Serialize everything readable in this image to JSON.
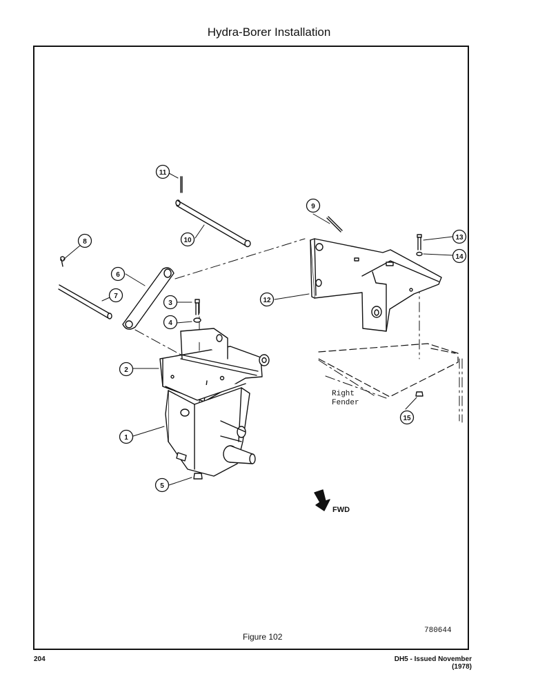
{
  "page": {
    "title": "Hydra-Borer Installation",
    "figure_caption": "Figure 102",
    "drawing_number": "780644",
    "page_number": "204",
    "issue_note": "DH5 - Issued November (1978)"
  },
  "diagram": {
    "callouts": [
      "1",
      "2",
      "3",
      "4",
      "5",
      "6",
      "7",
      "8",
      "9",
      "10",
      "11",
      "12",
      "13",
      "14",
      "15"
    ],
    "fender_label_line1": "Right",
    "fender_label_line2": "Fender",
    "forward_label": "FWD"
  }
}
